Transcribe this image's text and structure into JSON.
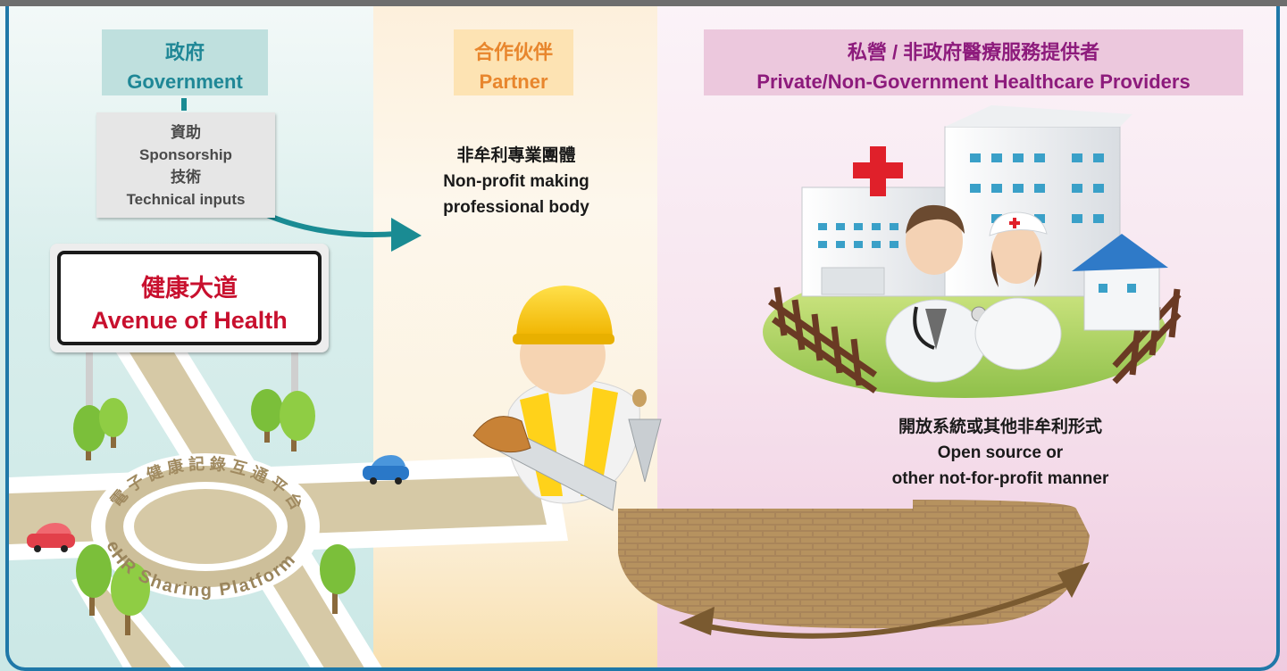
{
  "government": {
    "label_zh": "政府",
    "label_en": "Government"
  },
  "note": {
    "line1": "資助",
    "line2": "Sponsorship",
    "line3": "技術",
    "line4": "Technical inputs"
  },
  "partner": {
    "label_zh": "合作伙伴",
    "label_en": "Partner",
    "desc_zh": "非牟利專業團體",
    "desc_en1": "Non-profit making",
    "desc_en2": "professional body"
  },
  "private": {
    "label_zh": "私營 / 非政府醫療服務提供者",
    "label_en": "Private/Non-Government Healthcare Providers"
  },
  "sign": {
    "label_zh": "健康大道",
    "label_en": "Avenue of Health"
  },
  "platform": {
    "label_zh": "電子健康記錄互通平台",
    "label_en": "eHR Sharing Platform"
  },
  "open_source": {
    "line1": "開放系統或其他非牟利形式",
    "line2": "Open source or",
    "line3": "other not-for-profit manner"
  },
  "colors": {
    "government": "#1f8796",
    "partner": "#e8862d",
    "private": "#8d1b7c",
    "sign_text": "#c8102e",
    "frame": "#1f78a8"
  },
  "icons": [
    "red-cross-icon",
    "hospital-icon",
    "doctor-icon",
    "nurse-icon",
    "worker-icon",
    "brick-wall-icon",
    "car-icon",
    "tree-icon"
  ]
}
